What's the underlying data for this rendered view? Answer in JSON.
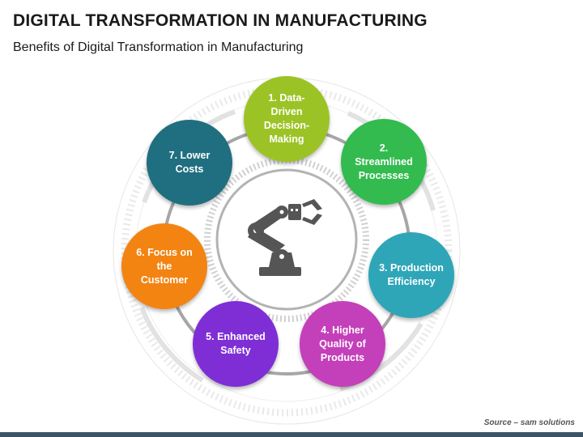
{
  "title": "DIGITAL TRANSFORMATION IN MANUFACTURING",
  "subtitle": "Benefits of Digital Transformation in Manufacturing",
  "center_icon": "robotic-arm-icon",
  "nodes": [
    {
      "label": "1. Data-Driven Decision-Making",
      "color": "#9cc326"
    },
    {
      "label": "2. Streamlined Processes",
      "color": "#33bb4f"
    },
    {
      "label": "3. Production Efficiency",
      "color": "#2ea6b8"
    },
    {
      "label": "4. Higher Quality of Products",
      "color": "#c43fba"
    },
    {
      "label": "5. Enhanced Safety",
      "color": "#7f2ed6"
    },
    {
      "label": "6. Focus on the Customer",
      "color": "#f38412"
    },
    {
      "label": "7. Lower Costs",
      "color": "#1f6f80"
    }
  ],
  "source": "Source – sam solutions"
}
